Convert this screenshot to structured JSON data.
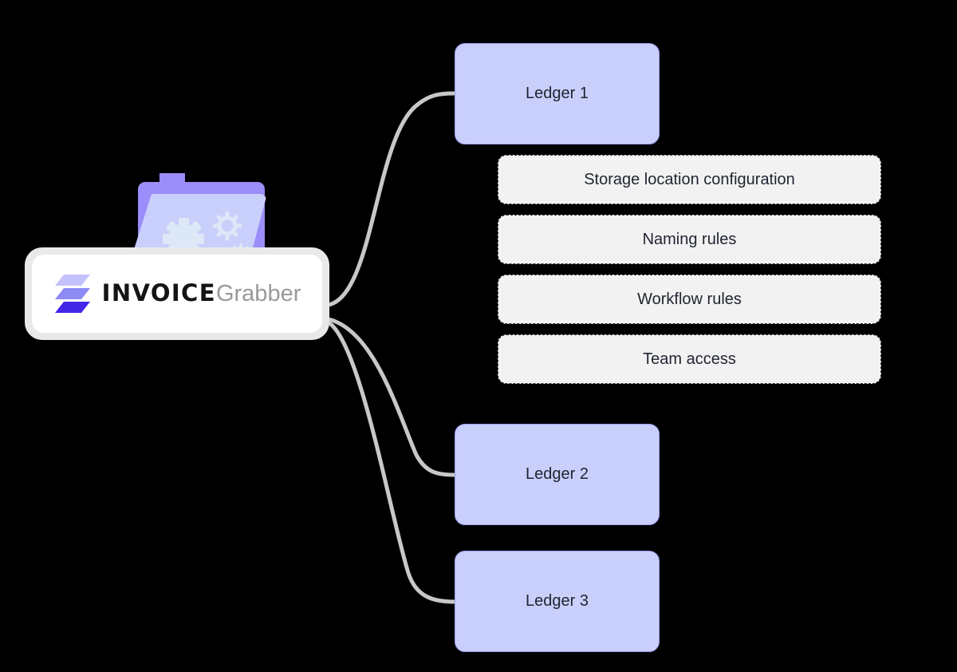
{
  "background_color": "#000000",
  "brand": {
    "card": {
      "name": "invoice-grabber-card",
      "word_primary": "INVOICE",
      "word_secondary": "Grabber",
      "surface_color": "#ffffff",
      "frame_color": "#e9e9ec"
    },
    "logo_mark": {
      "icon_name": "stacked-layers-icon",
      "layer_colors": [
        "#c3c2fb",
        "#8e8bf5",
        "#4326e8"
      ]
    },
    "folder_icon": {
      "icon_name": "folder-with-gears-icon",
      "back_color": "#9b8dfa",
      "front_color": "#c9cffb",
      "gear_color": "#dce8f7"
    }
  },
  "ledgers": [
    {
      "id": "ledger-1",
      "label": "Ledger 1"
    },
    {
      "id": "ledger-2",
      "label": "Ledger 2"
    },
    {
      "id": "ledger-3",
      "label": "Ledger 3"
    }
  ],
  "ledger_style": {
    "fill": "#c9cffb",
    "border": "#9b9ef0"
  },
  "attributes": [
    {
      "id": "storage-location-configuration",
      "label": "Storage location configuration"
    },
    {
      "id": "naming-rules",
      "label": "Naming rules"
    },
    {
      "id": "workflow-rules",
      "label": "Workflow rules"
    },
    {
      "id": "team-access",
      "label": "Team access"
    }
  ],
  "attribute_style": {
    "fill": "#f2f2f2",
    "border": "#2e2e2e",
    "border_style": "dashed"
  },
  "connectors": {
    "color": "#c8c8c8",
    "width": 5,
    "edges": [
      {
        "from": "invoice-grabber-card",
        "to": "ledger-1"
      },
      {
        "from": "invoice-grabber-card",
        "to": "ledger-2"
      },
      {
        "from": "invoice-grabber-card",
        "to": "ledger-3"
      }
    ]
  }
}
